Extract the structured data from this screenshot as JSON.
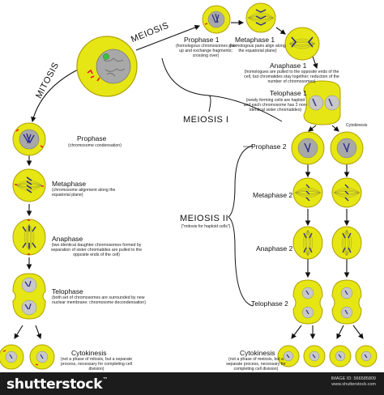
{
  "diagram": {
    "mitosis_label": "MITOSIS",
    "meiosis_label": "MEIOSIS",
    "meiosis1_label": "MEIOSIS I",
    "meiosis2_label": "MEIOSIS II",
    "meiosis2_sub": "(\"mitosis for haploid cells\")",
    "mitosis_stages": [
      {
        "title": "Prophase",
        "desc": "(chromosome condensation)"
      },
      {
        "title": "Metaphase",
        "desc": "(chromosome alignment along the equatorial plane)"
      },
      {
        "title": "Anaphase",
        "desc": "(two identical daughter chromosomes formed by separation of sister chromatides are pulled to the opposite ends of the cell)"
      },
      {
        "title": "Telophase",
        "desc": "(both set of chromosomes are surrounded by new nuclear membrane; chromosome decondensation)"
      },
      {
        "title": "Cytokinesis",
        "desc": "(not a phase of mitosis, but a separate process, necessary for completing cell division)"
      }
    ],
    "meiosis1_stages": [
      {
        "title": "Prophase 1",
        "desc": "(homologous chromosomes pair up and exchange fragments; crossing over)"
      },
      {
        "title": "Metaphase 1",
        "desc": "(homologous pairs align along the equatorial plane)"
      },
      {
        "title": "Anaphase 1",
        "desc": "(homologues are pulled to the opposite ends of the cell, but chromatides stay together; reduction of the number of chromosomes)"
      },
      {
        "title": "Telophase 1",
        "desc": "(newly forming cells are haploid and each chromosome has 2 non-identical sister chromatides)"
      }
    ],
    "meiosis1_cytokinesis": "Cytokinesis",
    "meiosis2_stages": [
      "Prophase 2",
      "Metaphase 2",
      "Anaphase 2",
      "Telophase 2"
    ],
    "meiosis2_cytokinesis": {
      "title": "Cytokinesis",
      "desc": "(not a phase of meiosis, but a separate process, necessary for completing cell division)"
    }
  },
  "colors": {
    "cell_fill": "#e6e614",
    "cell_stroke": "#b0a000",
    "nucleus": "#a8a8a8",
    "chromosome_red": "#e41e1e",
    "chromosome_blue": "#2a2a8c",
    "arrow": "#111111"
  },
  "footer": {
    "brand": "shutterstock",
    "image_id_label": "IMAGE ID: 566585809",
    "site": "www.shutterstock.com"
  }
}
